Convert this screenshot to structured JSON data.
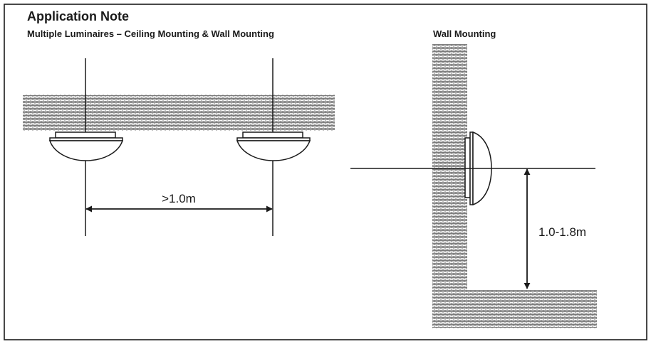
{
  "header": {
    "title": "Application Note",
    "subtitle": "Multiple Luminaires – Ceiling Mounting & Wall Mounting"
  },
  "ceiling_section": {
    "spacing_label": ">1.0m"
  },
  "wall_section": {
    "title": "Wall Mounting",
    "height_label": "1.0-1.8m"
  },
  "colors": {
    "line": "#1a1a1a",
    "hatch": "#8a8a8a",
    "background": "#ffffff"
  }
}
